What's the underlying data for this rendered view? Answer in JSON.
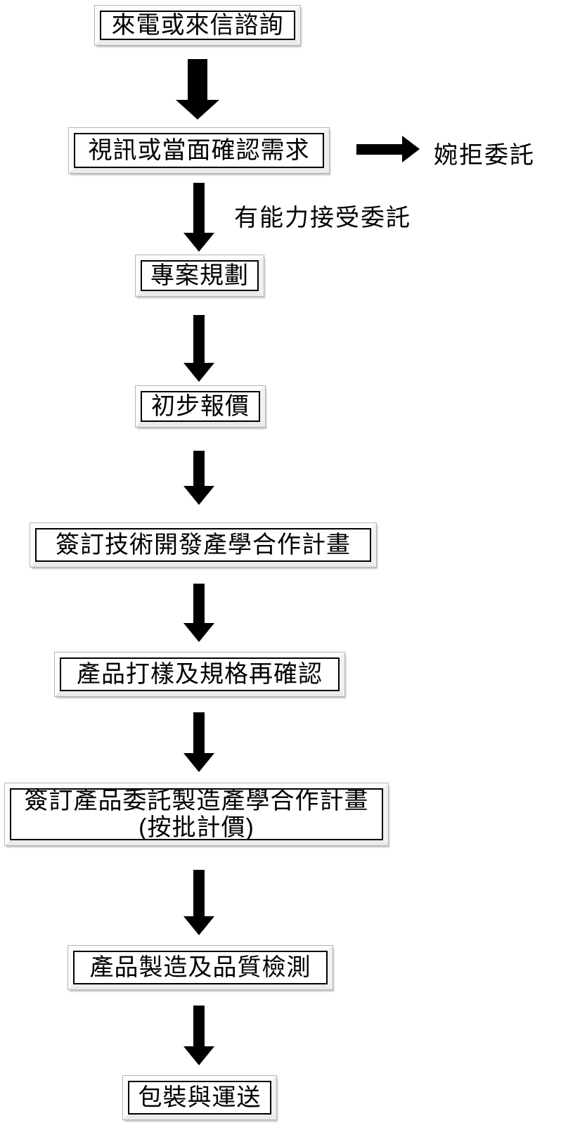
{
  "diagram": {
    "type": "flowchart",
    "language": "zh-TW",
    "colors": {
      "background": "#ffffff",
      "box_fill": "#ffffff",
      "box_inner_border": "#000000",
      "box_bevel_light": "#fdfdfd",
      "box_bevel_shadow": "#b5b5b5",
      "arrow": "#000000",
      "text": "#000000"
    },
    "nodes": [
      {
        "id": "inquiry",
        "label": "來電或來信諮詢"
      },
      {
        "id": "confirm-requirements",
        "label": "視訊或當面確認需求"
      },
      {
        "id": "project-planning",
        "label": "專案規劃"
      },
      {
        "id": "initial-quote",
        "label": "初步報價"
      },
      {
        "id": "sign-tech-development-plan",
        "label": "簽訂技術開發產學合作計畫"
      },
      {
        "id": "prototype-spec-reconfirm",
        "label": "產品打樣及規格再確認"
      },
      {
        "id": "sign-manufacturing-plan",
        "label": "簽訂產品委託製造產學合作計畫",
        "label_line2": "(按批計價)"
      },
      {
        "id": "manufacturing-qc",
        "label": "產品製造及品質檢測"
      },
      {
        "id": "packaging-shipping",
        "label": "包裝與運送"
      }
    ],
    "branch_labels": {
      "reject": "婉拒委託",
      "accept": "有能力接受委託"
    }
  }
}
